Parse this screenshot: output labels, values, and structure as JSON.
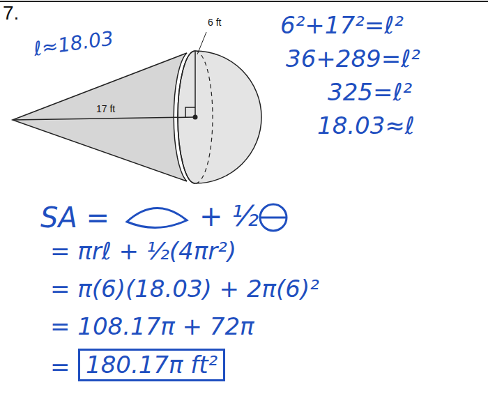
{
  "diagram": {
    "labels": [
      "7.",
      "ℓ≈18.03",
      "6 ft",
      "17 ft",
      "6²+17²=ℓ²",
      "36+289=ℓ²",
      "325=ℓ²",
      "18.03≈ℓ",
      "SA =",
      "+ ½",
      "= πrℓ + ½(4πr²)",
      "= π(6)(18.03) + 2π(6)²",
      "= 108.17π + 72π",
      "=",
      "180.17π ft²"
    ]
  }
}
